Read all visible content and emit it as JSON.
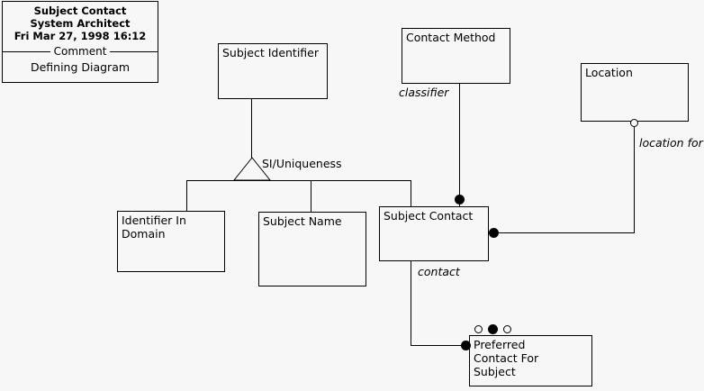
{
  "diagram": {
    "title_block": {
      "name": "Subject Contact",
      "role": "System Architect",
      "timestamp": "Fri Mar 27, 1998  16:12",
      "divider_label": "Comment",
      "comment": "Defining Diagram"
    },
    "entities": [
      {
        "id": "subject-identifier",
        "label": "Subject Identifier"
      },
      {
        "id": "contact-method",
        "label": "Contact Method"
      },
      {
        "id": "location",
        "label": "Location"
      },
      {
        "id": "identifier-in-domain",
        "label": "Identifier In\nDomain"
      },
      {
        "id": "subject-name",
        "label": "Subject Name"
      },
      {
        "id": "subject-contact",
        "label": "Subject Contact"
      },
      {
        "id": "preferred-contact",
        "label": "Preferred\nContact For\nSubject"
      }
    ],
    "labels": {
      "generalization": "SI/Uniqueness",
      "classifier": "classifier",
      "location_for": "location for",
      "contact": "contact"
    },
    "colors": {
      "background": "#f7f7f7",
      "stroke": "#000000",
      "fill": "#f7f7f7"
    }
  }
}
